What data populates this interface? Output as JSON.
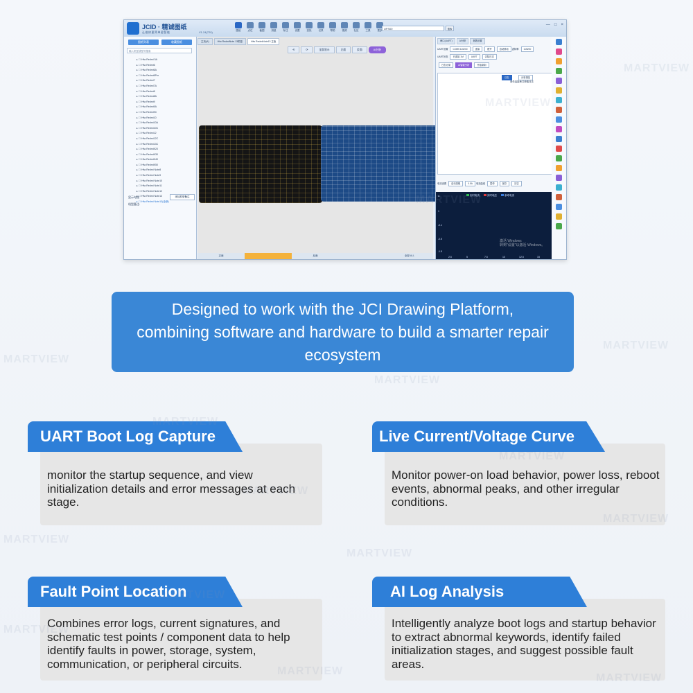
{
  "app": {
    "brand": "JCID · 精诚图纸",
    "brand_sub": "让维修更简单更智能",
    "version": "V1.24(720)",
    "toolbar": [
      {
        "label": "图纸",
        "icon": "blueprint-icon",
        "active": true
      },
      {
        "label": "点位",
        "icon": "point-icon"
      },
      {
        "label": "截图",
        "icon": "screenshot-icon"
      },
      {
        "label": "测量",
        "icon": "measure-icon"
      },
      {
        "label": "标注",
        "icon": "annotate-icon"
      },
      {
        "label": "设置",
        "icon": "settings-icon"
      },
      {
        "label": "查找",
        "icon": "find-icon"
      },
      {
        "label": "记录",
        "icon": "record-icon"
      },
      {
        "label": "帮助",
        "icon": "help-icon"
      },
      {
        "label": "视频",
        "icon": "video-icon"
      },
      {
        "label": "社区",
        "icon": "community-icon"
      },
      {
        "label": "工具",
        "icon": "tools-icon"
      },
      {
        "label": "更多",
        "icon": "more-icon"
      }
    ],
    "search_value": "UFS00",
    "search_btn": "搜索",
    "window_controls": [
      "—",
      "□",
      "×"
    ],
    "left": {
      "btn_a": "图纸列表",
      "btn_b": "收藏图纸",
      "search_placeholder": "输入机型或型号搜索",
      "tree": [
        "Hfw Redmi 5A",
        "Hfw Redmi6",
        "Hfw Redmi6A",
        "Hfw Redmi6Pro",
        "Hfw Redmi7",
        "Hfw Redmi7A",
        "Hfw Redmi8",
        "Hfw Redmi8A",
        "Hfw Redmi9",
        "Hfw Redmi9A",
        "Hfw Redmi9C",
        "Hfw Redmi10",
        "Hfw Redmi10A",
        "Hfw Redmi10C",
        "Hfw Redmi12",
        "Hfw Redmi12C",
        "Hfw Redmi13C",
        "Hfw RedmiK20",
        "Hfw RedmiK30",
        "Hfw RedmiK40",
        "Hfw RedmiK50",
        "Hfw Redmi Note8",
        "Hfw Redmi Note9",
        "Hfw Redmi Note10",
        "Hfw Redmi Note11",
        "Hfw Redmi Note12",
        "Hfw Redmi Note13"
      ],
      "tree_selected": "Hfw Redmi Note13(全新)",
      "foot1": "显示勾选",
      "foot2": "机型备注:",
      "foot_btn": "添加机型备注"
    },
    "center": {
      "tabs": [
        "主页(A)",
        "Hfw RedmiNote 13机型",
        "Hfw RedmiNote13 主板"
      ],
      "toolbar": [
        "⟲",
        "⟳",
        "全部显示",
        "正面",
        "反面",
        "AI分析"
      ],
      "status": [
        "正面",
        "",
        "反面",
        "",
        "全部:ALL"
      ]
    },
    "right": {
      "tabs": [
        "串口(UART)",
        "AI分析",
        "参数设置"
      ],
      "row1": [
        "UART设置",
        "COM5 115200",
        "连接",
        "断开",
        "自动滚动",
        "波特率",
        "115200"
      ],
      "row2": [
        "UART状态",
        "已连接 1M",
        "UART",
        "清除日志"
      ],
      "row3": [
        "日志记录",
        "AI智能分析",
        "开始录制"
      ],
      "log_tabs": [
        "日志",
        "分析报告"
      ],
      "log_text": "请先连接串口获取日志",
      "chart_bar": [
        "电流设置",
        "自动量程",
        "0.5A",
        "电流曲线",
        "暂停",
        "保存",
        "清空"
      ],
      "legend": [
        "实时电流",
        "实时电压",
        "参考电流"
      ],
      "y_ticks": [
        "A",
        "1",
        "-0.1",
        "-0.5",
        "-1.5"
      ],
      "x_ticks": [
        "2.5",
        "5",
        "7.5",
        "10",
        "12.5",
        "15"
      ],
      "watermark1": "激活 Windows",
      "watermark2": "转到\"设置\"以激活 Windows。",
      "legend_colors": [
        "#2fbf4f",
        "#e03b3b",
        "#3b7fe0"
      ]
    },
    "sidebar": [
      "#3a7fd0",
      "#e04a8c",
      "#f0a030",
      "#4aa84a",
      "#8a5fd6",
      "#e0b030",
      "#3bb0d0",
      "#d0603a",
      "#4a8ee0",
      "#c04ac0",
      "#3a7fd0",
      "#e04a4a",
      "#4aa84a",
      "#f0a030",
      "#8a5fd6",
      "#3bb0d0",
      "#d0603a",
      "#4a8ee0",
      "#e0b030",
      "#4aa84a"
    ]
  },
  "banner": {
    "text": "Designed to work with the JCI Drawing Platform, combining software and hardware to build a smarter repair ecosystem"
  },
  "features": [
    {
      "title": "UART Boot Log Capture",
      "text": "monitor the startup sequence, and view initialization details and error messages at each stage."
    },
    {
      "title": "Live Current/Voltage Curve",
      "text": "Monitor power-on load behavior, power loss, reboot events, abnormal peaks, and other irregular conditions."
    },
    {
      "title": "Fault Point Location",
      "text": "Combines error logs, current signatures, and schematic test points / component data to help identify faults in power, storage, system, communication, or peripheral circuits."
    },
    {
      "title": "AI Log Analysis",
      "text": "Intelligently analyze boot logs and startup behavior to extract abnormal keywords, identify failed initialization stages, and suggest possible fault areas."
    }
  ],
  "watermark": "MARTVIEW"
}
